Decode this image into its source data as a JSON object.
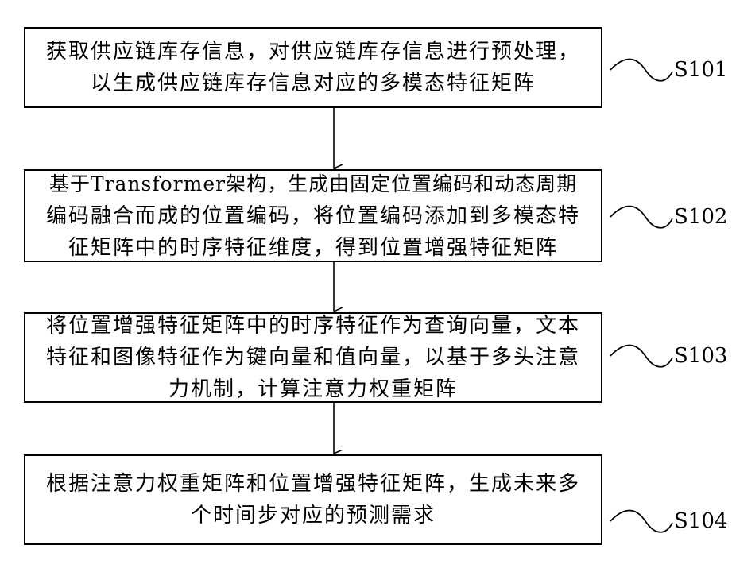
{
  "steps": [
    {
      "id": "S101",
      "lines": [
        "获取供应链库存信息，对供应链库存信息进行预处理，",
        "以生成供应链库存信息对应的多模态特征矩阵"
      ]
    },
    {
      "id": "S102",
      "lines": [
        "基于Transformer架构，生成由固定位置编码和动态周期",
        "编码融合而成的位置编码，将位置编码添加到多模态特",
        "征矩阵中的时序特征维度，得到位置增强特征矩阵"
      ]
    },
    {
      "id": "S103",
      "lines": [
        "将位置增强特征矩阵中的时序特征作为查询向量，文本",
        "特征和图像特征作为键向量和值向量，以基于多头注意",
        "力机制，计算注意力权重矩阵"
      ]
    },
    {
      "id": "S104",
      "lines": [
        "根据注意力权重矩阵和位置增强特征矩阵，生成未来多",
        "个时间步对应的预测需求"
      ]
    }
  ]
}
